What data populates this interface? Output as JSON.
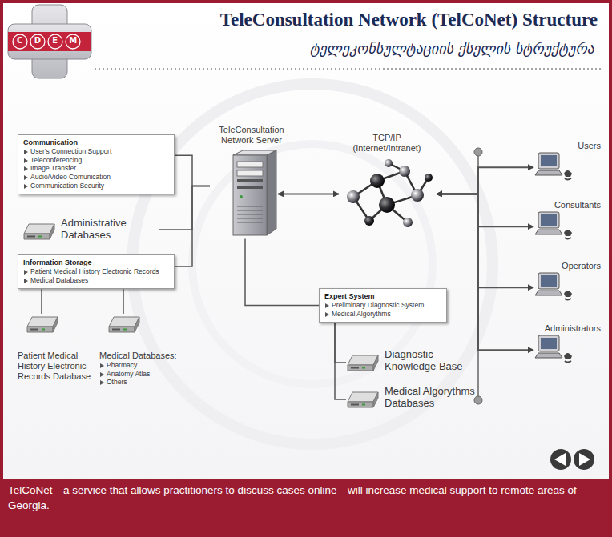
{
  "diagram": {
    "title": "TeleConsultation Network (TelCoNet) Structure",
    "caption": "TelCoNet—a service that allows practitioners to discuss cases online—will increase medical support to remote areas of Georgia.",
    "nodes": [
      {
        "text": [
          "Communication",
          "User's Connection Support",
          "Teleconferencing",
          "Image Transfer",
          "Audio/Video Comunication",
          "Communication Security"
        ]
      },
      {
        "text": [
          "Administrative Databases"
        ]
      },
      {
        "text": [
          "Information Storage",
          "Patient Medical History Electronic Records",
          "Medical Databases"
        ]
      },
      {
        "text": [
          "Patient Medical History Electronic Records Database"
        ]
      },
      {
        "text": [
          "Medical Databases:",
          "Pharmacy",
          "Anatomy Atlas",
          "Others"
        ]
      },
      {
        "text": [
          "TeleConsultation Network Server"
        ]
      },
      {
        "text": [
          "TCP/IP",
          "(Internet/Intranet)"
        ]
      },
      {
        "text": [
          "Expert System",
          "Preliminary Diagnostic System",
          "Medical Algorythms"
        ]
      },
      {
        "text": [
          "Diagnostic Knowledge Base"
        ]
      },
      {
        "text": [
          "Medical Algorythms Databases"
        ]
      },
      {
        "text": [
          "Users"
        ]
      },
      {
        "text": [
          "Consultants"
        ]
      },
      {
        "text": [
          "Operators"
        ]
      },
      {
        "text": [
          "Administrators"
        ]
      }
    ],
    "edges": [
      {
        "from": 0,
        "to": 5,
        "arrow": "none"
      },
      {
        "from": 1,
        "to": 5,
        "arrow": "none"
      },
      {
        "from": 2,
        "to": 5,
        "arrow": "none"
      },
      {
        "from": 2,
        "to": 3,
        "arrow": "none"
      },
      {
        "from": 2,
        "to": 4,
        "arrow": "none"
      },
      {
        "from": 5,
        "to": 7,
        "arrow": "none"
      },
      {
        "from": 5,
        "to": 6,
        "arrow": "both"
      },
      {
        "from": 7,
        "to": 8,
        "arrow": "none"
      },
      {
        "from": 7,
        "to": 9,
        "arrow": "none"
      },
      {
        "from": 6,
        "to": 10,
        "arrow": "both"
      },
      {
        "from": 6,
        "to": 11,
        "arrow": "both"
      },
      {
        "from": 6,
        "to": 12,
        "arrow": "both"
      },
      {
        "from": 6,
        "to": 13,
        "arrow": "both"
      }
    ],
    "labels": [
      "ტელეკონსულტაციის ქსელის სტრუქტურა",
      "CDEM"
    ]
  }
}
